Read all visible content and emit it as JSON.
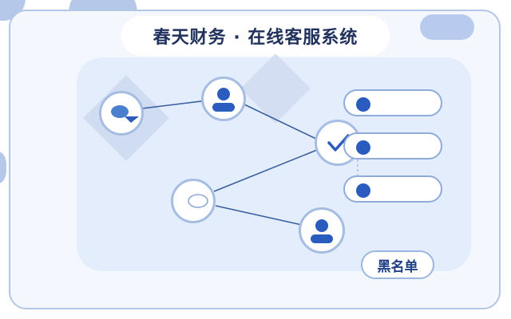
{
  "header": {
    "title": "春天财务 · 在线客服系统"
  },
  "graph": {
    "nodes": [
      {
        "id": "chat-bubble",
        "icon": "chat-bubble-icon"
      },
      {
        "id": "user-top",
        "icon": "user-icon"
      },
      {
        "id": "check",
        "icon": "checkmark-icon"
      },
      {
        "id": "chat-outline",
        "icon": "chat-bubble-outline-icon"
      },
      {
        "id": "user-bottom",
        "icon": "user-icon"
      }
    ]
  },
  "list": {
    "items": [
      {
        "label": ""
      },
      {
        "label": ""
      },
      {
        "label": ""
      }
    ]
  },
  "actions": {
    "blacklist_label": "黑名单"
  },
  "colors": {
    "accent": "#2a5cc0",
    "title": "#20315c",
    "line": "#3a5f9e"
  }
}
